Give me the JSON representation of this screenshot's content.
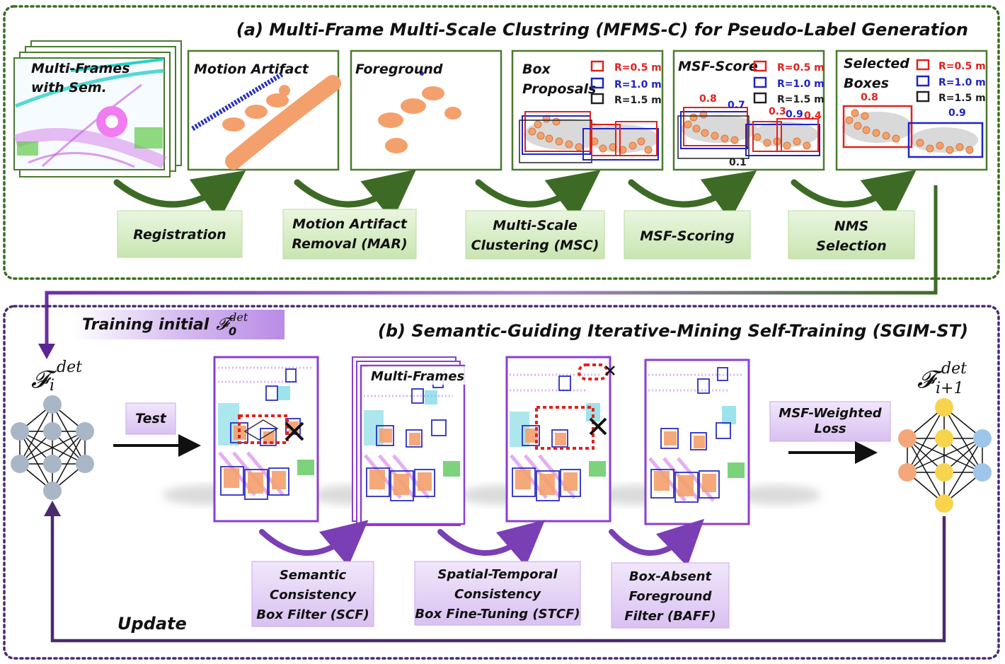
{
  "panel_a": {
    "title": "(a) Multi-Frame Multi-Scale Clustring (MFMS-C) for Pseudo-Label Generation",
    "frame1_label_line1": "Multi-Frames",
    "frame1_label_line2": "with Sem.",
    "frame2_label": "Motion Artifact",
    "frame3_label": "Foreground",
    "frame4_label_line1": "Box",
    "frame4_label_line2": "Proposals",
    "frame5_label": "MSF-Score",
    "frame6_label_line1": "Selected",
    "frame6_label_line2": "Boxes",
    "legend": [
      "R=0.5 m",
      "R=1.0 m",
      "R=1.5 m"
    ],
    "scores_frame5": [
      "0.8",
      "0.7",
      "0.3",
      "0.9",
      "0.4",
      "0.1"
    ],
    "scores_frame6": [
      "0.8",
      "0.9"
    ],
    "steps": [
      {
        "line1": "Registration",
        "line2": ""
      },
      {
        "line1": "Motion Artifact",
        "line2": "Removal (MAR)"
      },
      {
        "line1": "Multi-Scale",
        "line2": "Clustering (MSC)"
      },
      {
        "line1": "MSF-Scoring",
        "line2": ""
      },
      {
        "line1": "NMS",
        "line2": "Selection"
      }
    ],
    "colors": {
      "border": "#4a7a2e",
      "step_fill": "#d7eec6",
      "arrow": "#3d6b26",
      "red": "#e0221e",
      "blue": "#1f24c4",
      "black": "#222222"
    }
  },
  "panel_b": {
    "title": "(b) Semantic-Guiding Iterative-Mining Self-Training (SGIM-ST)",
    "training_label": "Training  initial",
    "training_symbol": "𝓕",
    "training_sub": "0",
    "training_sup": "det",
    "detector_left_symbol": "𝓕",
    "detector_left_sub": "i",
    "detector_left_sup": "det",
    "detector_right_symbol": "𝓕",
    "detector_right_sub": "i+1",
    "detector_right_sup": "det",
    "test_label": "Test",
    "multiframes_label": "Multi-Frames",
    "loss_line1": "MSF-Weighted",
    "loss_line2": "Loss",
    "update_label": "Update",
    "filters": [
      {
        "line1": "Semantic",
        "line2": "Consistency",
        "line3": "Box Filter  (SCF)"
      },
      {
        "line1": "Spatial-Temporal",
        "line2": "Consistency",
        "line3": "Box Fine-Tuning (STCF)"
      },
      {
        "line1": "Box-Absent",
        "line2": "Foreground",
        "line3": "Filter (BAFF)"
      }
    ],
    "colors": {
      "border": "#4b2a6e",
      "purple": "#8a3fd0",
      "step_fill": "#e4d3f5",
      "arrow": "#7a3fb4",
      "node_gray": "#a9b6c6",
      "node_orange": "#f3a77a",
      "node_yellow": "#f8d44e",
      "node_blue": "#9fc6ea"
    }
  }
}
